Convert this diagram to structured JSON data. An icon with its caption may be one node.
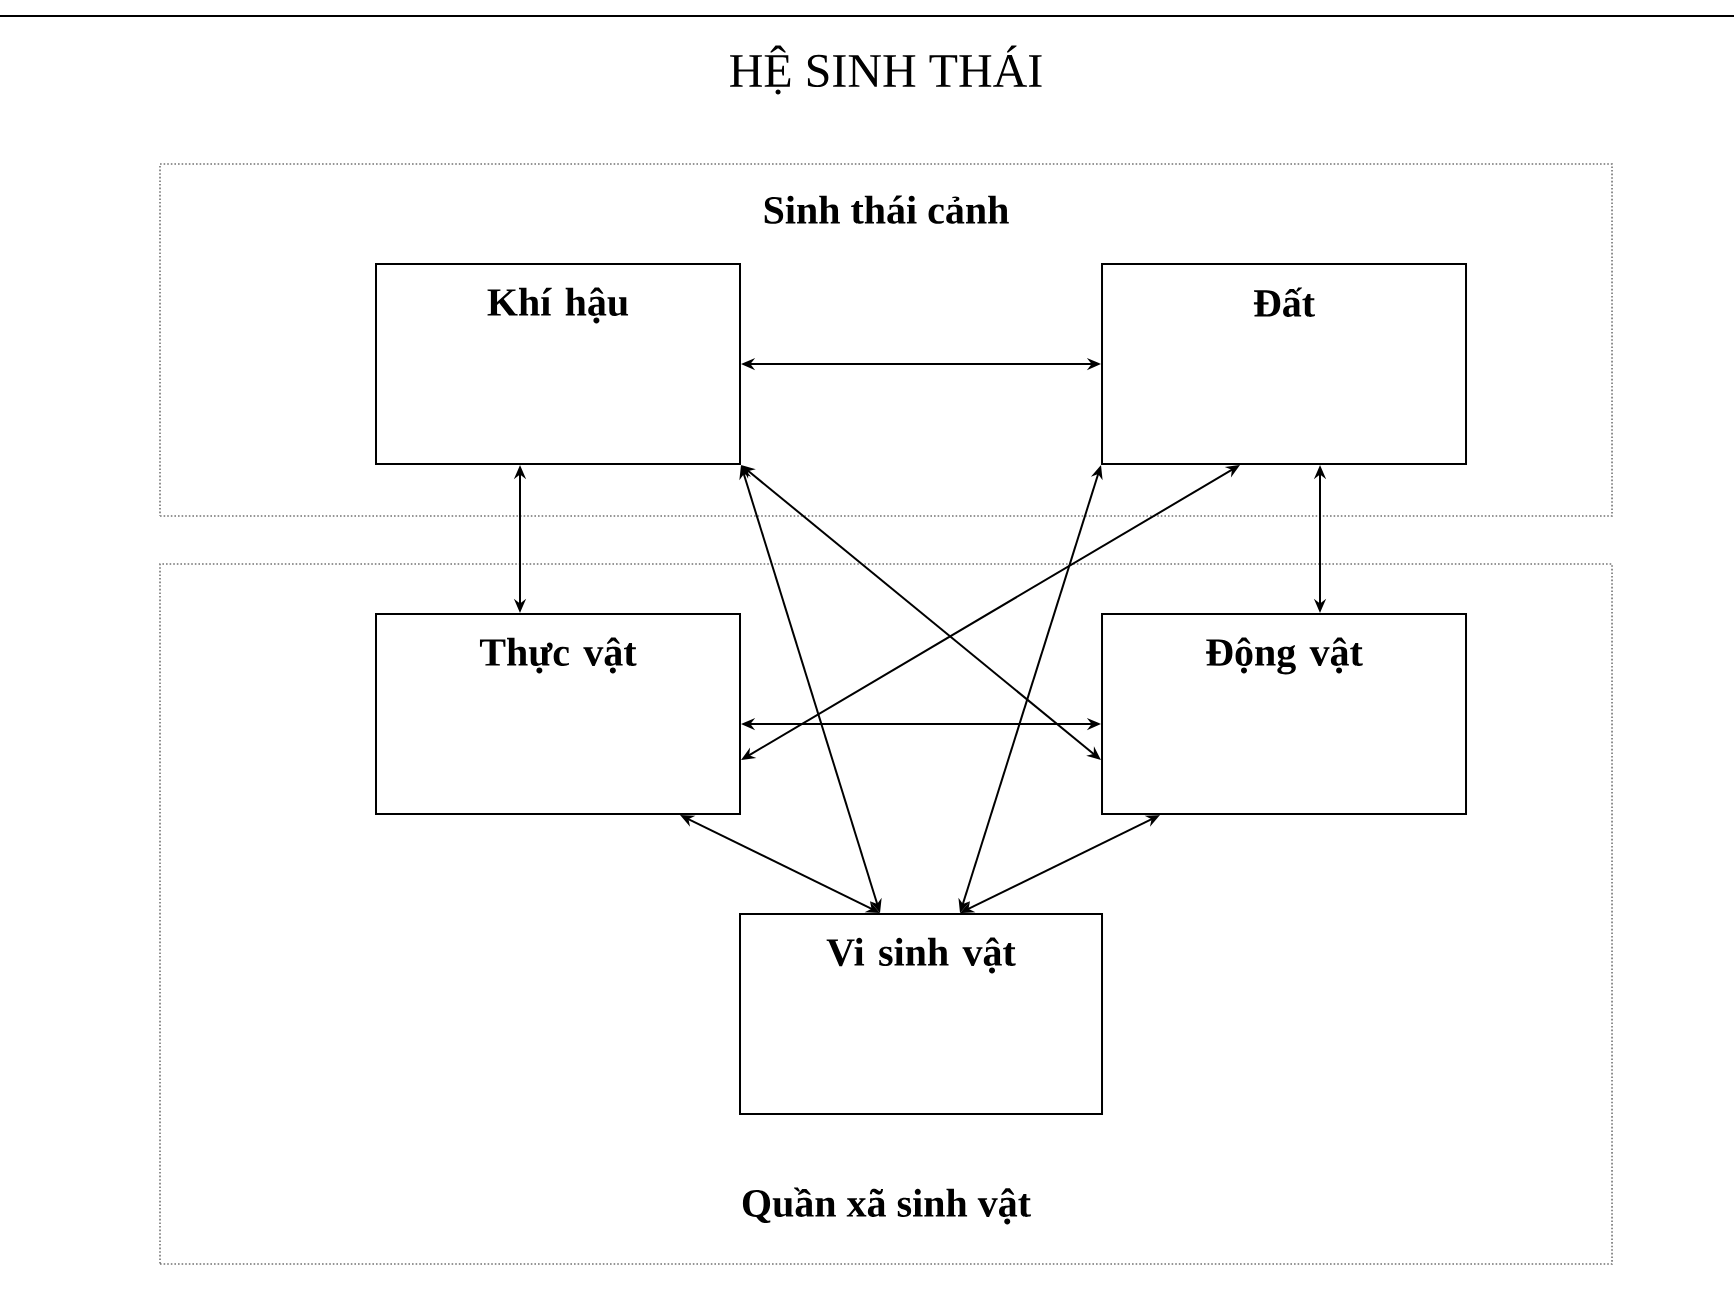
{
  "diagram": {
    "title": "HỆ SINH THÁI",
    "nodes": [
      {
        "text": [
          "Sinh thái cảnh"
        ]
      },
      {
        "text": [
          "Khí hậu"
        ],
        "in": 0
      },
      {
        "text": [
          "Đất"
        ],
        "in": 0
      },
      {
        "text": [
          "Quần xã sinh vật"
        ]
      },
      {
        "text": [
          "Thực vật"
        ],
        "in": 3
      },
      {
        "text": [
          "Động vật"
        ],
        "in": 3
      },
      {
        "text": [
          "Vi sinh vật"
        ],
        "in": 3
      }
    ],
    "edges": [
      {
        "from": 1,
        "to": 2,
        "arrow": "both"
      },
      {
        "from": 1,
        "to": 4,
        "arrow": "both"
      },
      {
        "from": 2,
        "to": 5,
        "arrow": "both"
      },
      {
        "from": 4,
        "to": 5,
        "arrow": "both"
      },
      {
        "from": 1,
        "to": 5,
        "arrow": "both"
      },
      {
        "from": 2,
        "to": 4,
        "arrow": "both"
      },
      {
        "from": 1,
        "to": 6,
        "arrow": "both"
      },
      {
        "from": 2,
        "to": 6,
        "arrow": "both"
      },
      {
        "from": 4,
        "to": 6,
        "arrow": "both"
      },
      {
        "from": 5,
        "to": 6,
        "arrow": "both"
      }
    ]
  }
}
